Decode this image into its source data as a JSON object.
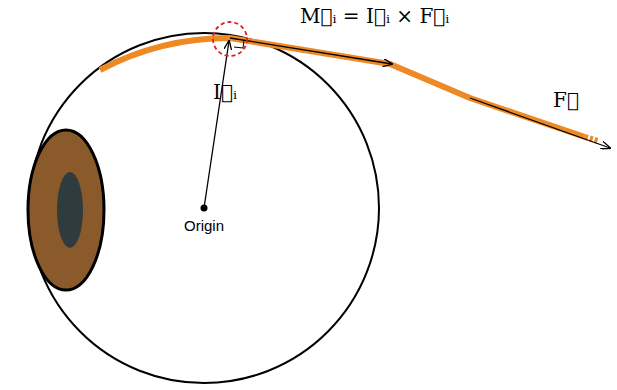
{
  "diagram": {
    "labels": [
      "M⃗ᵢ = I⃗ᵢ × F⃗ᵢ",
      "I⃗ᵢ",
      "F⃗",
      "Origin"
    ]
  }
}
